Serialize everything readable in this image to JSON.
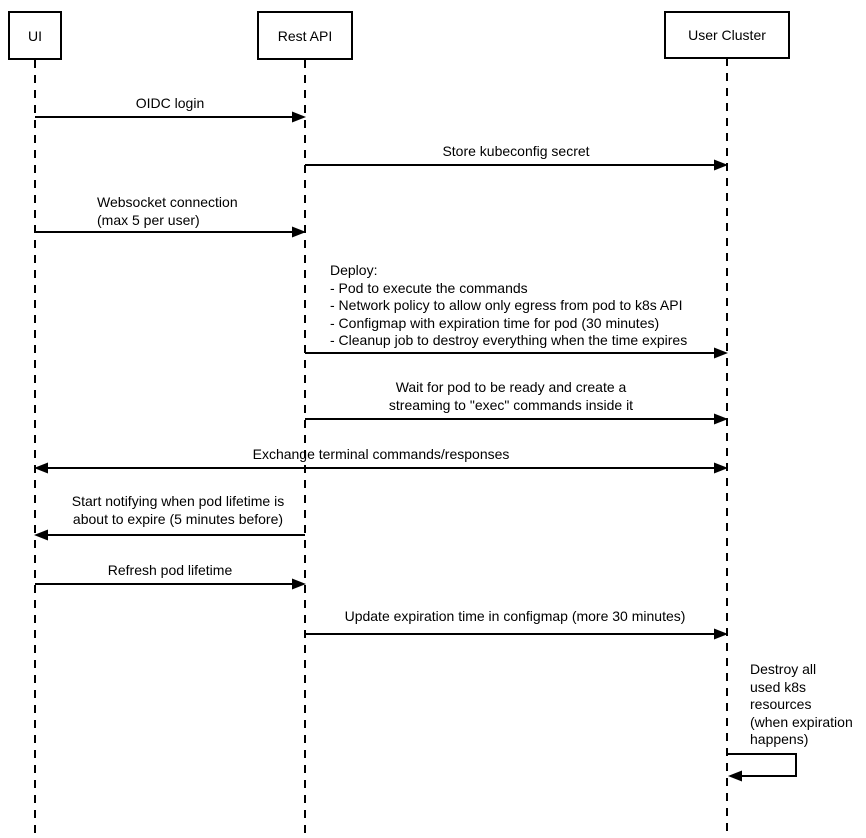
{
  "diagram": {
    "type": "sequence-diagram",
    "colors": {
      "line": "#000000",
      "text": "#000000",
      "background": "#ffffff"
    },
    "actors": [
      {
        "label": "UI"
      },
      {
        "label": "Rest API"
      },
      {
        "label": "User Cluster"
      }
    ],
    "messages": [
      {
        "from": "UI",
        "to": "Rest API",
        "direction": "right",
        "lines": [
          "OIDC login"
        ]
      },
      {
        "from": "Rest API",
        "to": "User Cluster",
        "direction": "right",
        "lines": [
          "Store kubeconfig secret"
        ]
      },
      {
        "from": "UI",
        "to": "Rest API",
        "direction": "right",
        "lines": [
          "Websocket connection",
          "(max 5 per user)"
        ]
      },
      {
        "from": "Rest API",
        "to": "User Cluster",
        "direction": "right",
        "lines": [
          "Deploy:",
          "- Pod to execute the commands",
          "- Network policy to allow only egress from pod to k8s API",
          "- Configmap with expiration time for pod (30 minutes)",
          "- Cleanup job to destroy everything when the time expires"
        ]
      },
      {
        "from": "Rest API",
        "to": "User Cluster",
        "direction": "right",
        "lines": [
          "Wait for pod to be ready and create a",
          "streaming to \"exec\" commands inside it"
        ]
      },
      {
        "from": "UI",
        "to": "User Cluster",
        "direction": "both",
        "lines": [
          "Exchange terminal commands/responses"
        ]
      },
      {
        "from": "Rest API",
        "to": "UI",
        "direction": "left",
        "lines": [
          "Start notifying when pod lifetime is",
          "about to expire (5 minutes before)"
        ]
      },
      {
        "from": "UI",
        "to": "Rest API",
        "direction": "right",
        "lines": [
          "Refresh pod lifetime"
        ]
      },
      {
        "from": "Rest API",
        "to": "User Cluster",
        "direction": "right",
        "lines": [
          "Update expiration time in configmap (more 30 minutes)"
        ]
      },
      {
        "from": "User Cluster",
        "to": "User Cluster",
        "direction": "self",
        "lines": [
          "Destroy all",
          "used k8s",
          "resources",
          "(when expiration",
          "happens)"
        ]
      }
    ]
  }
}
